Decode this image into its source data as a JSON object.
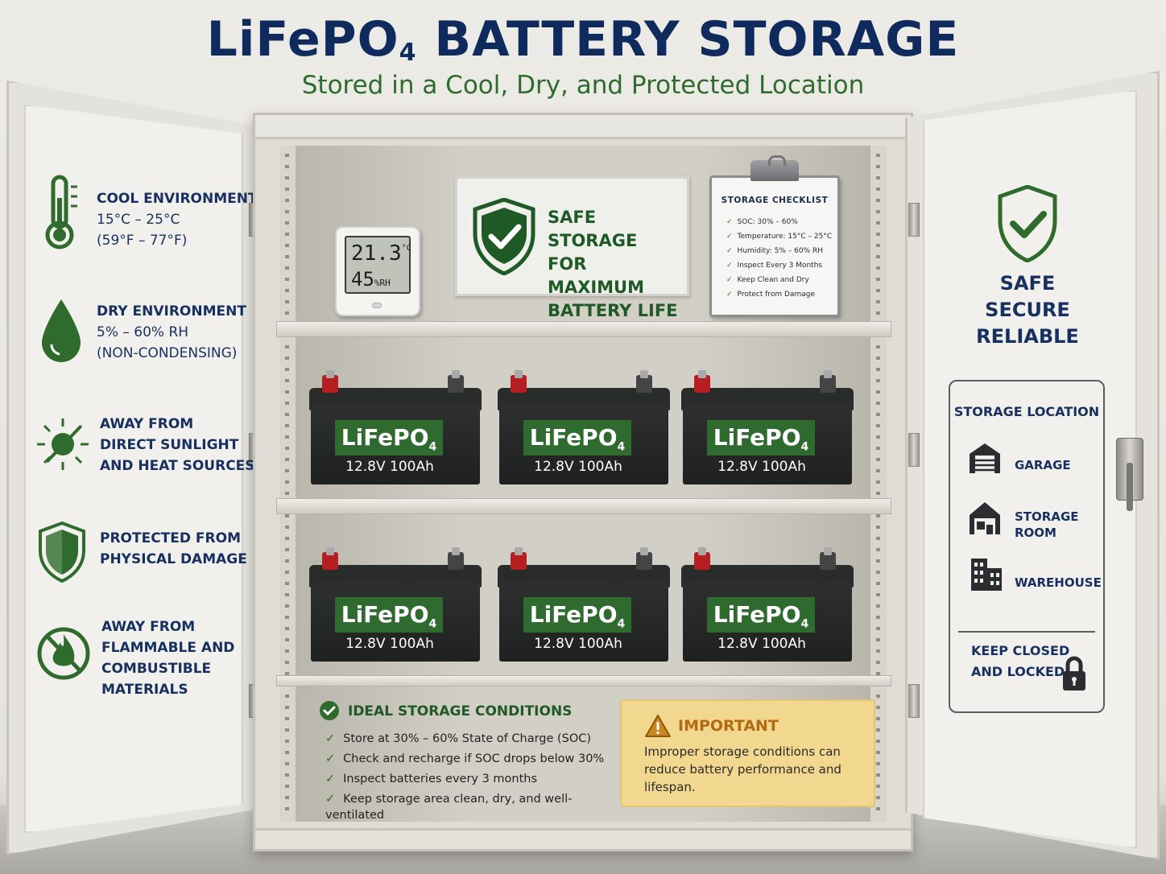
{
  "header": {
    "title_main": "LiFePO",
    "title_sub": "4",
    "title_rest": " BATTERY STORAGE",
    "subtitle": "Stored in a Cool, Dry, and Protected Location"
  },
  "left_door": {
    "features": [
      {
        "icon": "thermometer-icon",
        "lines": [
          "COOL ENVIRONMENT",
          "15°C – 25°C",
          "(59°F – 77°F)"
        ]
      },
      {
        "icon": "water-drop-icon",
        "lines": [
          "DRY ENVIRONMENT",
          "5% – 60% RH",
          "(NON-CONDENSING)"
        ]
      },
      {
        "icon": "no-sun-icon",
        "lines": [
          "AWAY FROM",
          "DIRECT SUNLIGHT",
          "AND HEAT SOURCES"
        ]
      },
      {
        "icon": "shield-icon",
        "lines": [
          "PROTECTED FROM",
          "PHYSICAL DAMAGE"
        ]
      },
      {
        "icon": "no-fire-icon",
        "lines": [
          "AWAY FROM",
          "FLAMMABLE AND",
          "COMBUSTIBLE",
          "MATERIALS"
        ]
      }
    ]
  },
  "hygrometer": {
    "temperature": "21.3",
    "temp_unit": "°C",
    "humidity": "45",
    "humidity_unit": "%RH"
  },
  "sign": {
    "lines": [
      "SAFE STORAGE",
      "FOR MAXIMUM",
      "BATTERY LIFE"
    ]
  },
  "checklist": {
    "title": "STORAGE CHECKLIST",
    "items": [
      "SOC: 30% – 60%",
      "Temperature: 15°C – 25°C",
      "Humidity: 5% – 60% RH",
      "Inspect Every 3 Months",
      "Keep Clean and Dry",
      "Protect from Damage"
    ]
  },
  "batteries": {
    "label_main": "LiFePO",
    "label_sub": "4",
    "spec": "12.8V 100Ah",
    "count": 6
  },
  "conditions": {
    "title": "IDEAL STORAGE CONDITIONS",
    "items": [
      "Store at 30% – 60% State of Charge (SOC)",
      "Check and recharge if SOC drops below 30%",
      "Inspect batteries every 3 months",
      "Keep storage area clean, dry, and well-ventilated"
    ]
  },
  "important": {
    "title": "IMPORTANT",
    "text": "Improper storage conditions can reduce battery performance and lifespan."
  },
  "right_door": {
    "heading": [
      "SAFE",
      "SECURE",
      "RELIABLE"
    ],
    "location_title": "STORAGE LOCATION",
    "locations": [
      {
        "icon": "garage-icon",
        "lines": [
          "GARAGE"
        ]
      },
      {
        "icon": "storage-room-icon",
        "lines": [
          "STORAGE",
          "ROOM"
        ]
      },
      {
        "icon": "warehouse-icon",
        "lines": [
          "WAREHOUSE"
        ]
      }
    ],
    "keep_lines": [
      "KEEP CLOSED",
      "AND LOCKED"
    ]
  },
  "colors": {
    "title_blue": "#0f2b5e",
    "accent_green": "#2f6b2c",
    "warning_yellow": "#f2d88f",
    "battery_black": "#1f2120"
  }
}
